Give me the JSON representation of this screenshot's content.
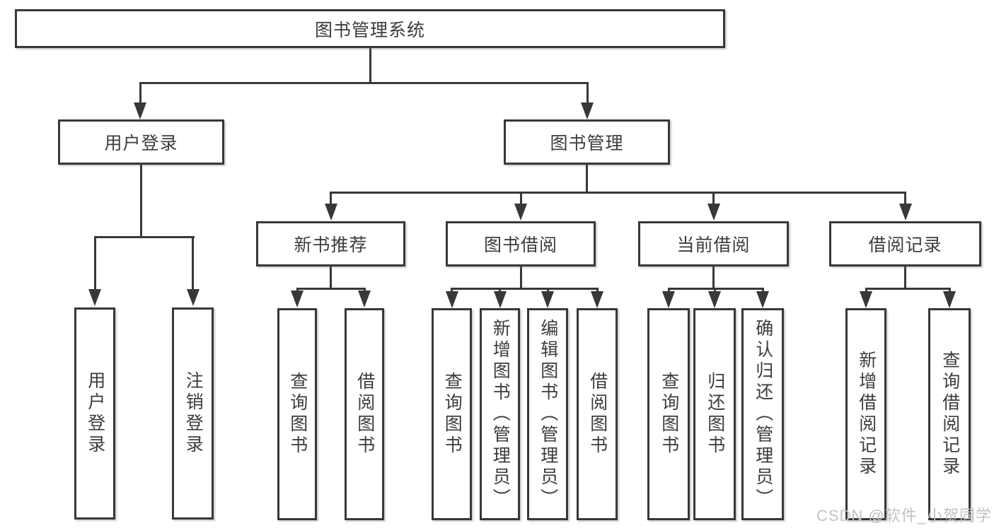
{
  "tree": {
    "root": {
      "label": "图书管理系统"
    },
    "login": {
      "label": "用户登录",
      "children": [
        {
          "label": "用户登录"
        },
        {
          "label": "注销登录"
        }
      ]
    },
    "manage": {
      "label": "图书管理",
      "children": [
        {
          "label": "新书推荐",
          "children": [
            {
              "label": "查询图书"
            },
            {
              "label": "借阅图书"
            }
          ]
        },
        {
          "label": "图书借阅",
          "children": [
            {
              "label": "查询图书"
            },
            {
              "label": "新增图书（管理员）"
            },
            {
              "label": "编辑图书（管理员）"
            },
            {
              "label": "借阅图书"
            }
          ]
        },
        {
          "label": "当前借阅",
          "children": [
            {
              "label": "查询图书"
            },
            {
              "label": "归还图书"
            },
            {
              "label": "确认归还（管理员）"
            }
          ]
        },
        {
          "label": "借阅记录",
          "children": [
            {
              "label": "新增借阅记录"
            },
            {
              "label": "查询借阅记录"
            }
          ]
        }
      ]
    }
  },
  "watermark": {
    "text": "CSDN @软件_小贺同学"
  },
  "colors": {
    "line": "#383838",
    "text": "#3c3c3c",
    "watermark": "#c2c2c2",
    "background": "#ffffff"
  }
}
